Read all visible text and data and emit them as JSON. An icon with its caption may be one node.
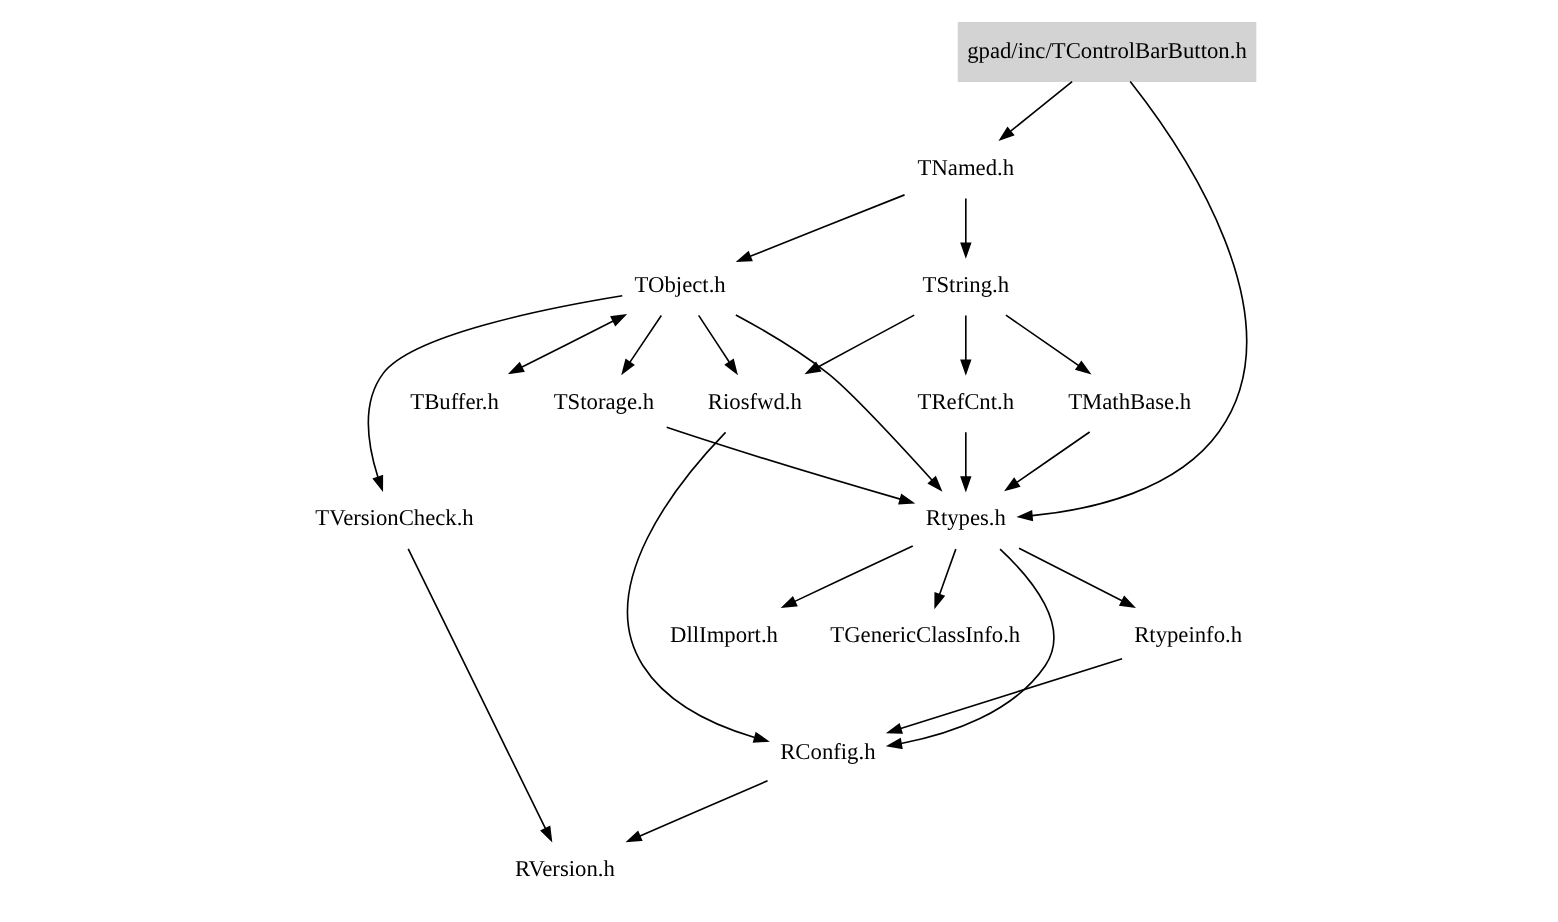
{
  "diagram": {
    "nodes": [
      {
        "text": [
          "gpad/inc/TControlBarButton.h"
        ]
      },
      {
        "text": [
          "TNamed.h"
        ]
      },
      {
        "text": [
          "TString.h"
        ]
      },
      {
        "text": [
          "TObject.h"
        ]
      },
      {
        "text": [
          "TMathBase.h"
        ]
      },
      {
        "text": [
          "TRefCnt.h"
        ]
      },
      {
        "text": [
          "TStorage.h"
        ]
      },
      {
        "text": [
          "Riosfwd.h"
        ]
      },
      {
        "text": [
          "TBuffer.h"
        ]
      },
      {
        "text": [
          "Rtypes.h"
        ]
      },
      {
        "text": [
          "TVersionCheck.h"
        ]
      },
      {
        "text": [
          "Rtypeinfo.h"
        ]
      },
      {
        "text": [
          "DllImport.h"
        ]
      },
      {
        "text": [
          "TGenericClassInfo.h"
        ]
      },
      {
        "text": [
          "RConfig.h"
        ]
      },
      {
        "text": [
          "RVersion.h"
        ]
      }
    ],
    "edges": [
      {
        "from": 0,
        "to": 1,
        "arrow": "to"
      },
      {
        "from": 0,
        "to": 9,
        "arrow": "to"
      },
      {
        "from": 1,
        "to": 2,
        "arrow": "to"
      },
      {
        "from": 1,
        "to": 3,
        "arrow": "to"
      },
      {
        "from": 2,
        "to": 4,
        "arrow": "to"
      },
      {
        "from": 2,
        "to": 5,
        "arrow": "to"
      },
      {
        "from": 2,
        "to": 7,
        "arrow": "to"
      },
      {
        "from": 3,
        "to": 6,
        "arrow": "to"
      },
      {
        "from": 3,
        "to": 7,
        "arrow": "to"
      },
      {
        "from": 3,
        "to": 8,
        "arrow": "both"
      },
      {
        "from": 3,
        "to": 9,
        "arrow": "to"
      },
      {
        "from": 3,
        "to": 10,
        "arrow": "to"
      },
      {
        "from": 4,
        "to": 9,
        "arrow": "to"
      },
      {
        "from": 5,
        "to": 9,
        "arrow": "to"
      },
      {
        "from": 6,
        "to": 9,
        "arrow": "to"
      },
      {
        "from": 7,
        "to": 14,
        "arrow": "to"
      },
      {
        "from": 9,
        "to": 11,
        "arrow": "to"
      },
      {
        "from": 9,
        "to": 12,
        "arrow": "to"
      },
      {
        "from": 9,
        "to": 13,
        "arrow": "to"
      },
      {
        "from": 9,
        "to": 14,
        "arrow": "to"
      },
      {
        "from": 11,
        "to": 14,
        "arrow": "to"
      },
      {
        "from": 14,
        "to": 15,
        "arrow": "to"
      },
      {
        "from": 10,
        "to": 15,
        "arrow": "to"
      }
    ]
  }
}
